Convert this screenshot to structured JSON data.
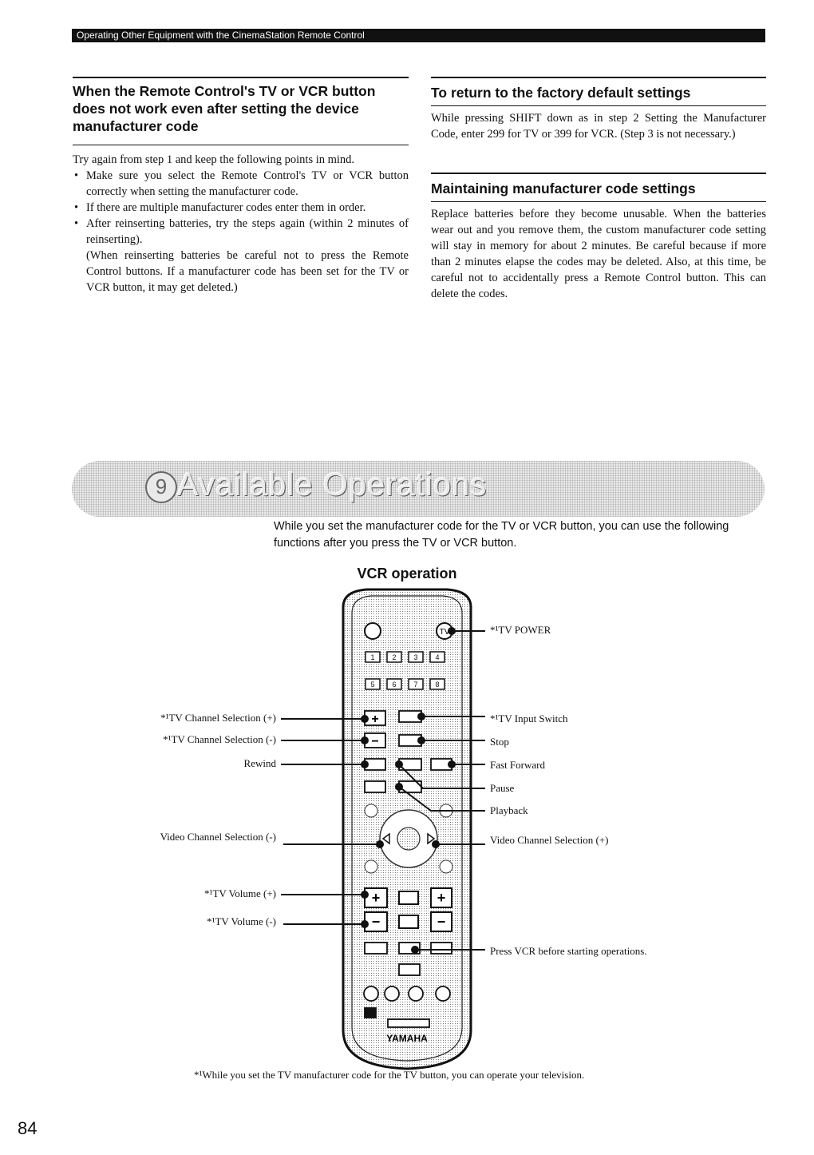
{
  "header": {
    "section": "Operating Other Equipment with the CinemaStation Remote Control"
  },
  "left": {
    "title": "When the Remote Control's TV or VCR button does not work even after setting the device manufacturer code",
    "intro": "Try again from step 1 and keep the following points in mind.",
    "bullets": [
      "Make sure you select the Remote Control's TV or VCR button correctly when setting the manufacturer code.",
      "If there are multiple manufacturer codes enter them in order.",
      "After reinserting batteries, try the steps again (within 2 minutes of reinserting)."
    ],
    "note": "(When reinserting batteries be careful not to press the Remote Control buttons. If a manufacturer code has been set for the TV or VCR button, it may get deleted.)"
  },
  "right": {
    "factory_title": "To return to the factory default settings",
    "factory_body": "While pressing SHIFT down as in step 2 Setting the Manufacturer Code, enter 299 for TV or 399 for VCR. (Step 3 is not necessary.)",
    "maintain_title": "Maintaining manufacturer code settings",
    "maintain_body": "Replace batteries before they become unusable. When the batteries wear out and you remove them, the custom manufacturer code setting will stay in memory for about 2 minutes. Be careful because if more than 2 minutes elapse the codes may be deleted. Also, at this time, be careful not to accidentally press a Remote Control button. This can delete the codes."
  },
  "banner": {
    "icon": "9",
    "title": "Available Operations"
  },
  "intro": "While you set the manufacturer code for the TV or VCR button, you can use the following functions after you press the TV or VCR button.",
  "diagram": {
    "title": "VCR operation",
    "labels_left": {
      "tv_ch_plus": "*¹TV Channel Selection (+)",
      "tv_ch_minus": "*¹TV Channel Selection (-)",
      "rewind": "Rewind",
      "video_ch_minus": "Video Channel Selection (-)",
      "tv_vol_plus": "*¹TV Volume (+)",
      "tv_vol_minus": "*¹TV Volume (-)"
    },
    "labels_right": {
      "tv_power": "*¹TV POWER",
      "tv_input": "*¹TV Input Switch",
      "stop": "Stop",
      "ff": "Fast Forward",
      "pause": "Pause",
      "playback": "Playback",
      "video_ch_plus": "Video Channel Selection (+)",
      "press_vcr": "Press VCR before starting operations."
    },
    "remote": {
      "digits": [
        "1",
        "2",
        "3",
        "4",
        "5",
        "6",
        "7",
        "8"
      ],
      "brand": "YAMAHA",
      "tv_key": "TV",
      "plus": "+",
      "minus": "−"
    }
  },
  "footnote": "*¹While you set the TV manufacturer code for the TV button, you can operate your television.",
  "page_number": "84"
}
